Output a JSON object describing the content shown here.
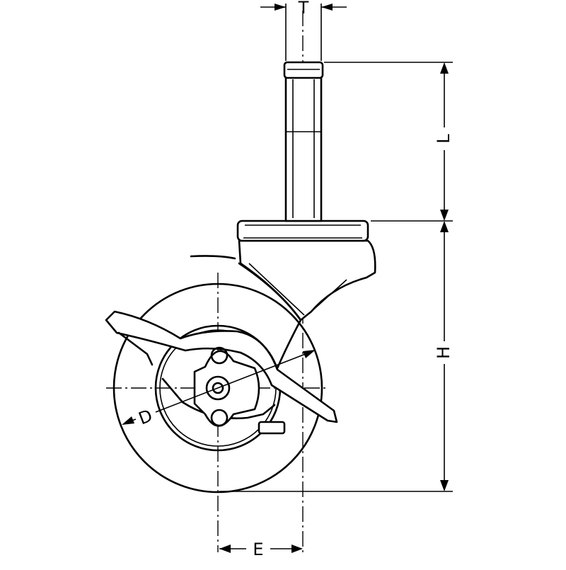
{
  "diagram": {
    "ink_color": "#000000",
    "background": "#ffffff",
    "dimensions": {
      "stem_diameter": "T",
      "stem_length": "L",
      "overall_height": "H",
      "wheel_diameter": "D",
      "offset": "E"
    }
  }
}
